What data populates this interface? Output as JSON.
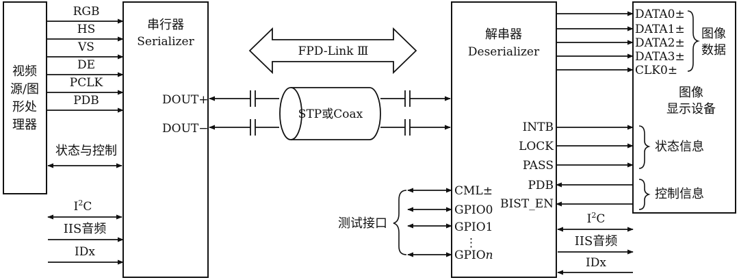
{
  "video_source": {
    "label_line1": "视频",
    "label_line2": "源/图",
    "label_line3": "形处",
    "label_line4": "理器"
  },
  "serializer": {
    "title_cn": "串行器",
    "title_en": "Serializer",
    "out_pos": "DOUT+",
    "out_neg": "DOUT−"
  },
  "deserializer": {
    "title_cn": "解串器",
    "title_en": "Deserializer"
  },
  "display": {
    "label_line1": "图像",
    "label_line2": "显示设备"
  },
  "input_signals": [
    "RGB",
    "HS",
    "VS",
    "DE",
    "PCLK",
    "PDB"
  ],
  "status_control_left": "状态与控制",
  "serializer_bottom": {
    "i2c_main": "I",
    "i2c_sup": "2",
    "i2c_tail": "C",
    "iis": "IIS音频",
    "idx": "IDx"
  },
  "deser_bottom": {
    "i2c_main": "I",
    "i2c_sup": "2",
    "i2c_tail": "C",
    "iis": "IIS音频",
    "idx": "IDx"
  },
  "link": {
    "name": "FPD-Link Ⅲ",
    "cable": "STP或Coax"
  },
  "data_outputs": [
    "DATA0±",
    "DATA1±",
    "DATA2±",
    "DATA3±",
    "CLK0±"
  ],
  "data_group": {
    "line1": "图像",
    "line2": "数据"
  },
  "status_pins": [
    "INTB",
    "LOCK",
    "PASS"
  ],
  "status_group": "状态信息",
  "control_pins": [
    "PDB",
    "BIST_EN"
  ],
  "control_group": "控制信息",
  "test_pins": [
    "CML±",
    "GPIO0",
    "GPIO1",
    "⋮",
    "GPIO"
  ],
  "test_pin_last_suffix": "n",
  "test_group": "测试接口"
}
